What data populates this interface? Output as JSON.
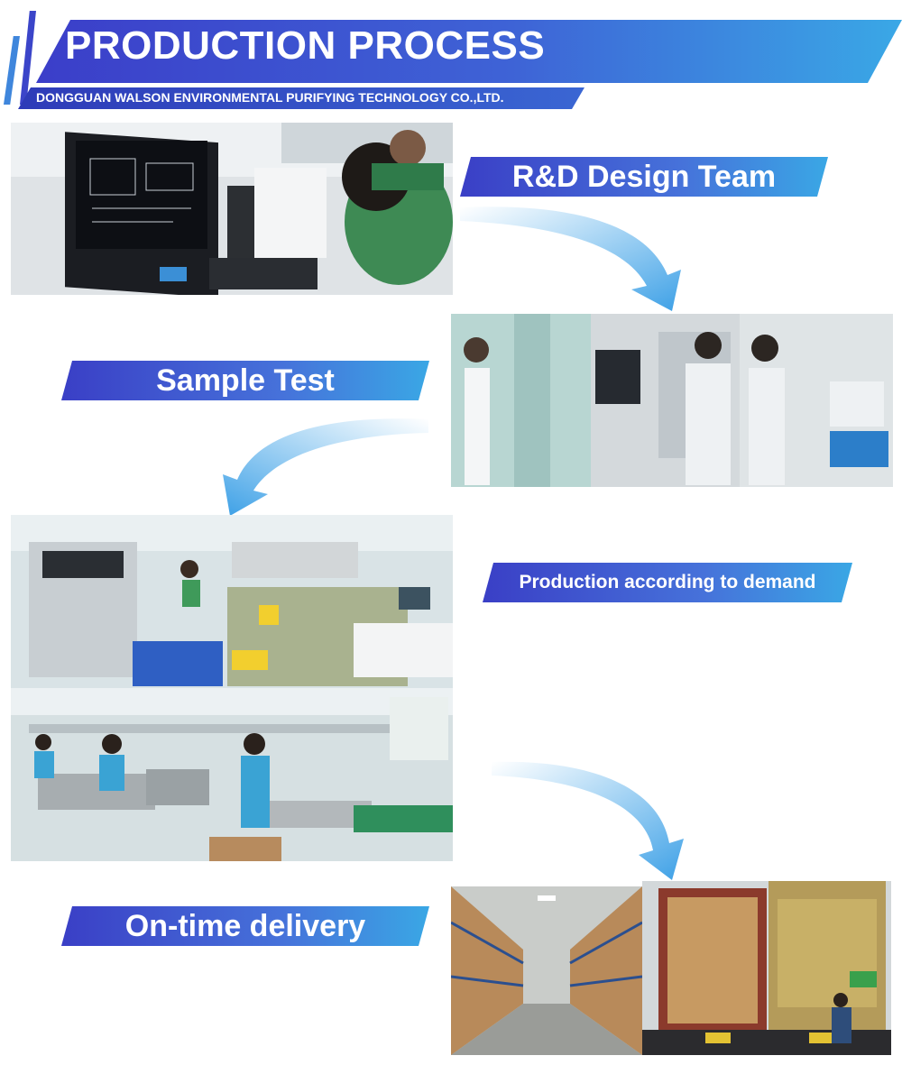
{
  "header": {
    "title": "PRODUCTION PROCESS",
    "company": "DONGGUAN WALSON ENVIRONMENTAL PURIFYING TECHNOLOGY CO.,LTD."
  },
  "steps": {
    "design": "R&D Design Team",
    "sample": "Sample Test",
    "production": "Production according to demand",
    "delivery": "On-time delivery"
  },
  "photos": {
    "design": "design-office-photo",
    "lab": "lab-testing-photo",
    "machine": "machine-workshop-photo",
    "assembly": "assembly-line-photo",
    "warehouse": "warehouse-photo",
    "container": "container-loading-photo"
  },
  "colors": {
    "banner_start": "#3a3fc6",
    "banner_end": "#3aa7e5",
    "arrow": "#4aa9ea"
  }
}
